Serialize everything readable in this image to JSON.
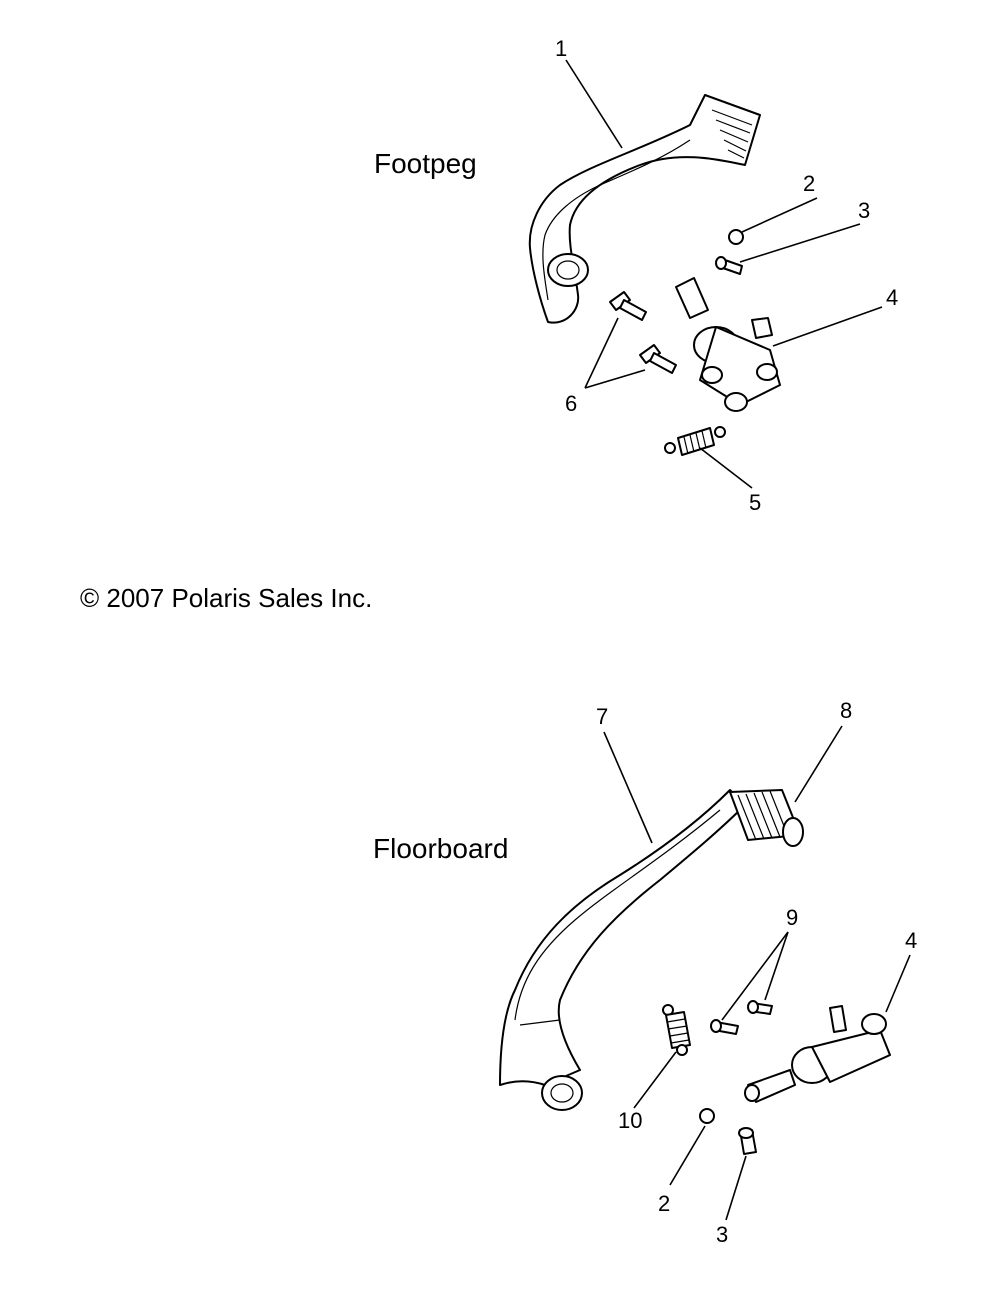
{
  "sections": {
    "footpeg": "Footpeg",
    "floorboard": "Floorboard"
  },
  "copyright": "© 2007 Polaris Sales Inc.",
  "callouts": {
    "footpeg": [
      "1",
      "2",
      "3",
      "4",
      "5",
      "6"
    ],
    "floorboard": [
      "7",
      "8",
      "9",
      "4",
      "10",
      "2",
      "3"
    ]
  }
}
